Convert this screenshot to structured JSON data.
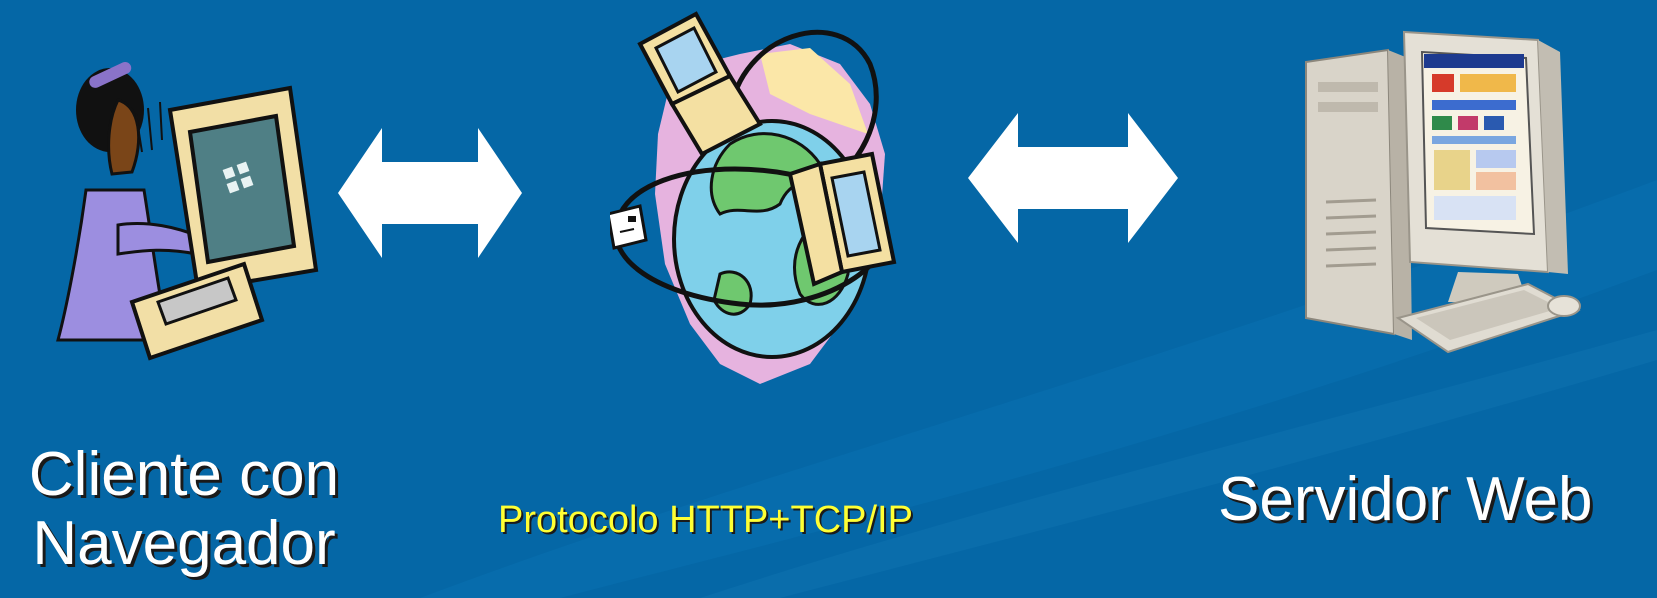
{
  "client": {
    "label_line1": "Cliente con",
    "label_line2": "Navegador"
  },
  "network": {
    "label": "Protocolo HTTP+TCP/IP"
  },
  "server": {
    "label": "Servidor Web"
  },
  "colors": {
    "background": "#0567a6",
    "label_text": "#ffffff",
    "protocol_text": "#ffff33",
    "arrow": "#ffffff"
  },
  "icons": {
    "client": "person-at-computer-icon",
    "network": "globe-network-icon",
    "server": "tower-server-computer-icon",
    "arrow": "double-arrow-icon"
  }
}
